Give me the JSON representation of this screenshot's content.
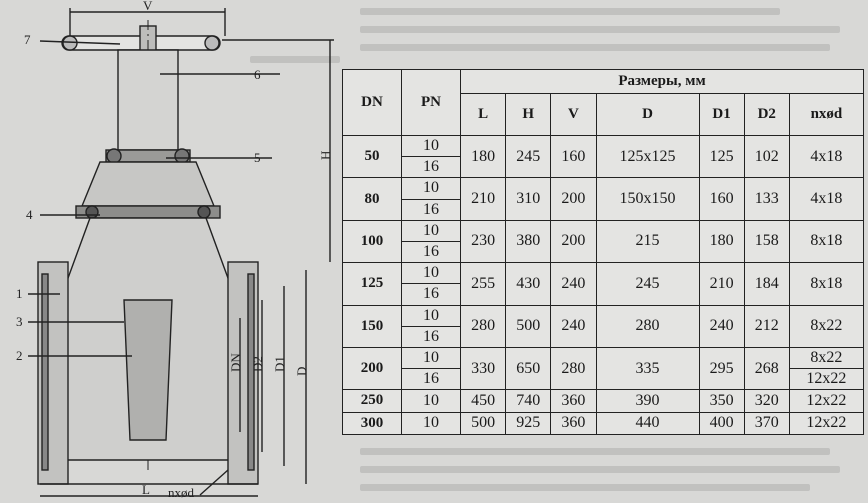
{
  "drawing": {
    "callouts": [
      "7",
      "6",
      "5",
      "4",
      "1",
      "3",
      "2"
    ],
    "dimension_labels": {
      "top": "V",
      "right": "H",
      "bottom": "L",
      "dn": "DN",
      "d2": "D2",
      "d1": "D1",
      "d": "D",
      "holes": "nxød"
    }
  },
  "table": {
    "header": {
      "dn": "DN",
      "pn": "PN",
      "sizes": "Размеры, мм"
    },
    "columns": [
      "L",
      "H",
      "V",
      "D",
      "D1",
      "D2",
      "nxød"
    ],
    "rows": [
      {
        "dn": "50",
        "pn": [
          "10",
          "16"
        ],
        "L": "180",
        "H": "245",
        "V": "160",
        "D": "125x125",
        "D1": "125",
        "D2": "102",
        "n": "4x18"
      },
      {
        "dn": "80",
        "pn": [
          "10",
          "16"
        ],
        "L": "210",
        "H": "310",
        "V": "200",
        "D": "150x150",
        "D1": "160",
        "D2": "133",
        "n": "4x18"
      },
      {
        "dn": "100",
        "pn": [
          "10",
          "16"
        ],
        "L": "230",
        "H": "380",
        "V": "200",
        "D": "215",
        "D1": "180",
        "D2": "158",
        "n": "8x18"
      },
      {
        "dn": "125",
        "pn": [
          "10",
          "16"
        ],
        "L": "255",
        "H": "430",
        "V": "240",
        "D": "245",
        "D1": "210",
        "D2": "184",
        "n": "8x18"
      },
      {
        "dn": "150",
        "pn": [
          "10",
          "16"
        ],
        "L": "280",
        "H": "500",
        "V": "240",
        "D": "280",
        "D1": "240",
        "D2": "212",
        "n": "8x22"
      },
      {
        "dn": "200",
        "pn": [
          "10",
          "16"
        ],
        "L": "330",
        "H": "650",
        "V": "280",
        "D": "335",
        "D1": "295",
        "D2": "268",
        "n": [
          "8x22",
          "12x22"
        ]
      },
      {
        "dn": "250",
        "pn": [
          "10"
        ],
        "L": "450",
        "H": "740",
        "V": "360",
        "D": "390",
        "D1": "350",
        "D2": "320",
        "n": "12x22"
      },
      {
        "dn": "300",
        "pn": [
          "10"
        ],
        "L": "500",
        "H": "925",
        "V": "360",
        "D": "440",
        "D1": "400",
        "D2": "370",
        "n": "12x22"
      }
    ]
  }
}
